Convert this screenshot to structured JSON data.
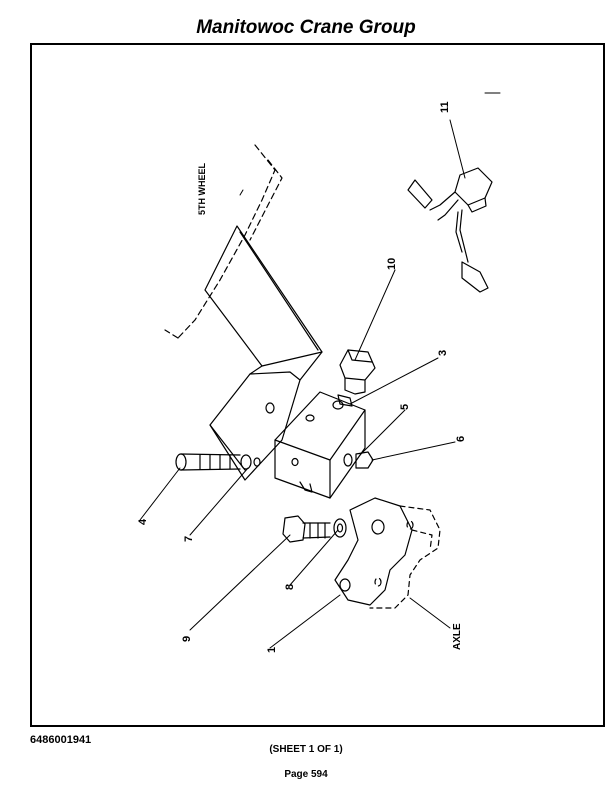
{
  "header": {
    "title": "Manitowoc Crane Group"
  },
  "diagram": {
    "callouts": [
      {
        "id": "1",
        "label": "1"
      },
      {
        "id": "3",
        "label": "3"
      },
      {
        "id": "4",
        "label": "4"
      },
      {
        "id": "5",
        "label": "5"
      },
      {
        "id": "6",
        "label": "6"
      },
      {
        "id": "7",
        "label": "7"
      },
      {
        "id": "8",
        "label": "8"
      },
      {
        "id": "9",
        "label": "9"
      },
      {
        "id": "10",
        "label": "10"
      },
      {
        "id": "11",
        "label": "11"
      }
    ],
    "labels": {
      "fifth_wheel": "5TH WHEEL",
      "axle": "AXLE"
    }
  },
  "footer": {
    "document_number": "6486001941",
    "sheet": "(SHEET 1 OF 1)",
    "page": "Page 594"
  }
}
